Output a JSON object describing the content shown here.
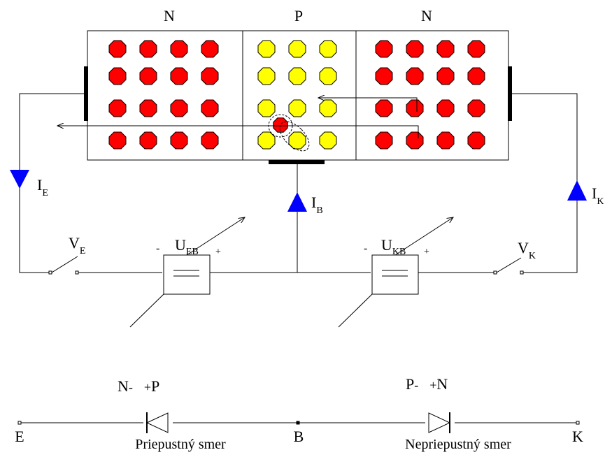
{
  "regions": {
    "left": "N",
    "middle": "P",
    "right": "N"
  },
  "currents": {
    "emitter": {
      "main": "I",
      "sub": "E"
    },
    "base": {
      "main": "I",
      "sub": "B"
    },
    "collector": {
      "main": "I",
      "sub": "K"
    }
  },
  "switches": {
    "emitter": {
      "main": "V",
      "sub": "E"
    },
    "collector": {
      "main": "V",
      "sub": "K"
    }
  },
  "sources": {
    "emitter_base": {
      "main": "U",
      "sub": "EB",
      "minus": "-",
      "plus": "+"
    },
    "collector_base": {
      "main": "U",
      "sub": "KB",
      "minus": "-",
      "plus": "+"
    }
  },
  "diode_line": {
    "nodes": {
      "left": "E",
      "middle": "B",
      "right": "K"
    },
    "forward_diode": {
      "left": "N",
      "left_sign": "-",
      "right_sign": "+",
      "right": "P"
    },
    "reverse_diode": {
      "left": "P",
      "left_sign": "-",
      "right_sign": "+",
      "right": "N"
    },
    "forward_caption": "Priepustný smer",
    "reverse_caption": "Nepriepustný smer"
  },
  "colors": {
    "electron": "#ff0000",
    "hole": "#ffff00",
    "current_arrow": "#0000ff",
    "line": "#000000"
  }
}
